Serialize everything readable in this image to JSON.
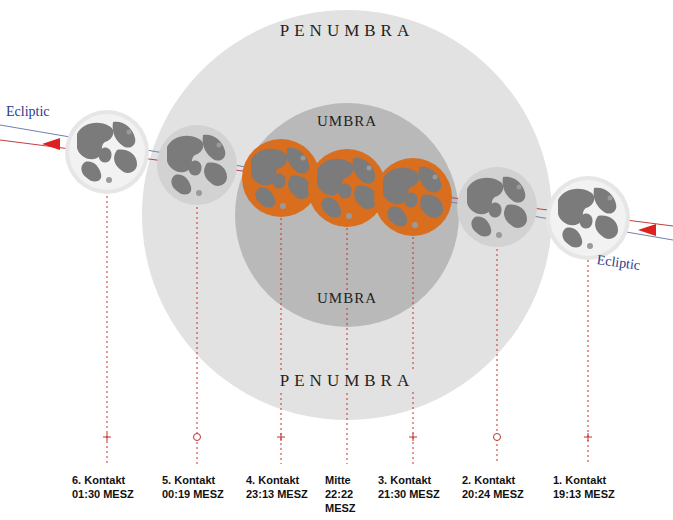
{
  "diagram": {
    "nodes": [
      {
        "text": [
          "PENUMBRA",
          "PENUMBRA"
        ]
      },
      {
        "text": [
          "UMBRA",
          "UMBRA"
        ],
        "in": 0
      }
    ],
    "labels": [
      "Ecliptic",
      "Ecliptic",
      "6. Kontakt 01:30 MESZ",
      "5. Kontakt 00:19 MESZ",
      "4. Kontakt 23:13 MESZ",
      "Mitte 22:22 MESZ",
      "3. Kontakt 21:30 MESZ",
      "2. Kontakt 20:24 MESZ",
      "1. Kontakt 19:13 MESZ"
    ]
  }
}
